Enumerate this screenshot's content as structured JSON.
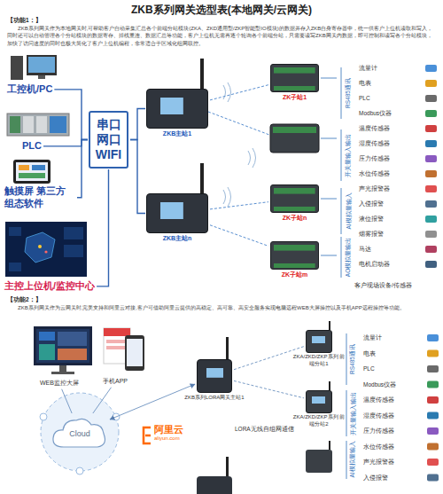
{
  "diagram": {
    "title": "ZKB系列网关选型表(本地网关/云网关)",
    "nodes": [
      {
        "text": [
          "工控机/PC"
        ]
      },
      {
        "text": [
          "PLC"
        ]
      },
      {
        "text": [
          "触摸屏 第三方组态软件"
        ]
      },
      {
        "text": [
          "主控上位机/监控中心"
        ]
      },
      {
        "text": [
          "串口 网口 WIFI"
        ]
      },
      {
        "text": [
          "ZKB主站1"
        ]
      },
      {
        "text": [
          "ZKB主站n"
        ]
      },
      {
        "text": [
          "ZK子站1"
        ]
      },
      {
        "text": [
          "ZK子站n"
        ]
      },
      {
        "text": [
          "ZK子站m"
        ]
      },
      {
        "text": [
          "WEB监控大屏"
        ]
      },
      {
        "text": [
          "手机APP"
        ]
      },
      {
        "text": [
          "Cloud"
        ]
      },
      {
        "text": [
          "阿里云",
          "aliyun.com"
        ]
      },
      {
        "text": [
          "ZKB系列LORA网关主站1"
        ]
      },
      {
        "text": [
          "ZKA/ZKD/ZKP系列 前端分站1"
        ]
      },
      {
        "text": [
          "ZKA/ZKD/ZKP系列 前端分站2"
        ]
      }
    ],
    "edges": [
      {
        "from": 0,
        "to": 4,
        "arrow": "none"
      },
      {
        "from": 1,
        "to": 4,
        "arrow": "none"
      },
      {
        "from": 2,
        "to": 4,
        "arrow": "none"
      },
      {
        "from": 3,
        "to": 4,
        "arrow": "none"
      },
      {
        "from": 4,
        "to": 5,
        "arrow": "none"
      },
      {
        "from": 4,
        "to": 6,
        "arrow": "none"
      },
      {
        "from": 5,
        "to": 7,
        "arrow": "none"
      },
      {
        "from": 6,
        "to": 8,
        "arrow": "none"
      },
      {
        "from": 6,
        "to": 9,
        "arrow": "none"
      },
      {
        "from": 10,
        "to": 12,
        "arrow": "none"
      },
      {
        "from": 11,
        "to": 12,
        "arrow": "none"
      },
      {
        "from": 12,
        "to": 14,
        "arrow": "both"
      },
      {
        "from": 14,
        "to": 15,
        "arrow": "none"
      },
      {
        "from": 14,
        "to": 16,
        "arrow": "none"
      }
    ],
    "labels": [
      "【功能1：】",
      "ZKB系列网关作为本地网关时,可帮助客户自动采集汇总各个前端分站模块(ZKA、ZKD通用型/ZKP智能型IO模块)的数据并存入ZKB自身寄存器中，统一供客户上位机读取和写入，同时还可以自动管理各个分站模块的数据寄存、掉线重连、数据汇总等功能，客户上位机无需再逐个轮询各个前端分站，只需要读写ZKB网关内数据，即可控制和读写各个分站模块，加快了访问速度的同时也极大简化了客户上位机编程，非常适合于区域化组网联控。",
      "流量计",
      "电表",
      "PLC",
      "Modbus仪器",
      "温度传感器",
      "湿度传感器",
      "压力传感器",
      "水位传感器",
      "声光报警器",
      "入侵报警",
      "液位报警",
      "烟雾报警",
      "马达",
      "电机启动器",
      "RS485通讯",
      "开关量输入输出",
      "AI模拟量输入",
      "AO模拟量输出",
      "客户现场设备/传感器",
      "【功能2：】",
      "ZKB系列网关作为云网关时,完美支持和阿里云对接,客户可借助阿里云提供的高稳定、高可靠、高安全服务实现电脑远程WEB大屏操控以及手机APP远程操控等功能。",
      "LORA无线自组网通信",
      "流量计",
      "电表",
      "PLC",
      "Modbus仪器",
      "温度传感器",
      "湿度传感器",
      "压力传感器",
      "水位传感器",
      "声光报警器",
      "入侵报警",
      "RS485通讯",
      "开关量输入输出",
      "AI模拟量输入"
    ]
  }
}
